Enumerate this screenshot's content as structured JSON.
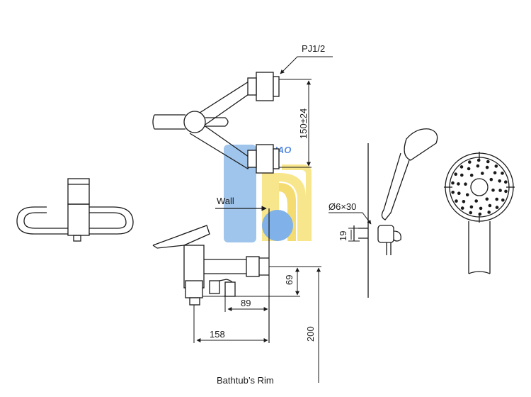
{
  "labels": {
    "pj": "PJ1/2",
    "dim_150": "150±24",
    "wall": "Wall",
    "dim_69": "69",
    "dim_89": "89",
    "dim_158": "158",
    "dim_200": "200",
    "rim": "Bathtub’s Rim",
    "screw": "Ø6×30",
    "dim_19": "19"
  },
  "watermark": {
    "text": "LA HAO",
    "colors": {
      "blue": "#8fbcea",
      "yellow": "#f7e27a",
      "text": "#3a78d8"
    }
  },
  "line_color": "#1a1a1a"
}
